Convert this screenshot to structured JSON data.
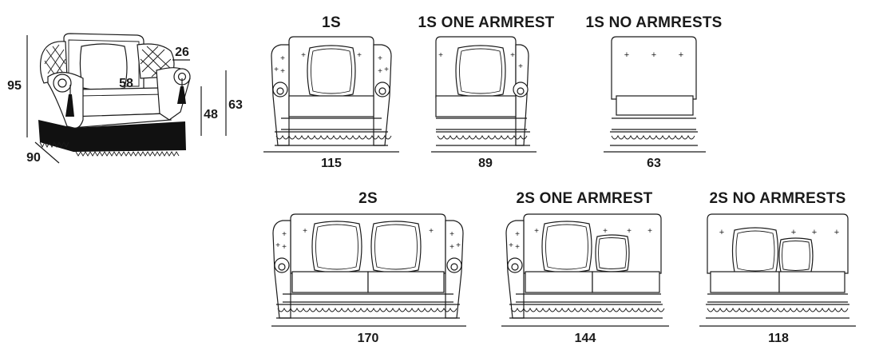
{
  "main_chair": {
    "dims": {
      "height": "95",
      "depth": "90",
      "seat_depth": "58",
      "arm_width": "26",
      "seat_height": "48",
      "arm_height": "63"
    }
  },
  "variants": [
    {
      "label": "1S",
      "width": "115"
    },
    {
      "label": "1S ONE ARMREST",
      "width": "89"
    },
    {
      "label": "1S NO ARMRESTS",
      "width": "63"
    },
    {
      "label": "2S",
      "width": "170"
    },
    {
      "label": "2S ONE ARMREST",
      "width": "144"
    },
    {
      "label": "2S NO ARMRESTS",
      "width": "118"
    }
  ]
}
